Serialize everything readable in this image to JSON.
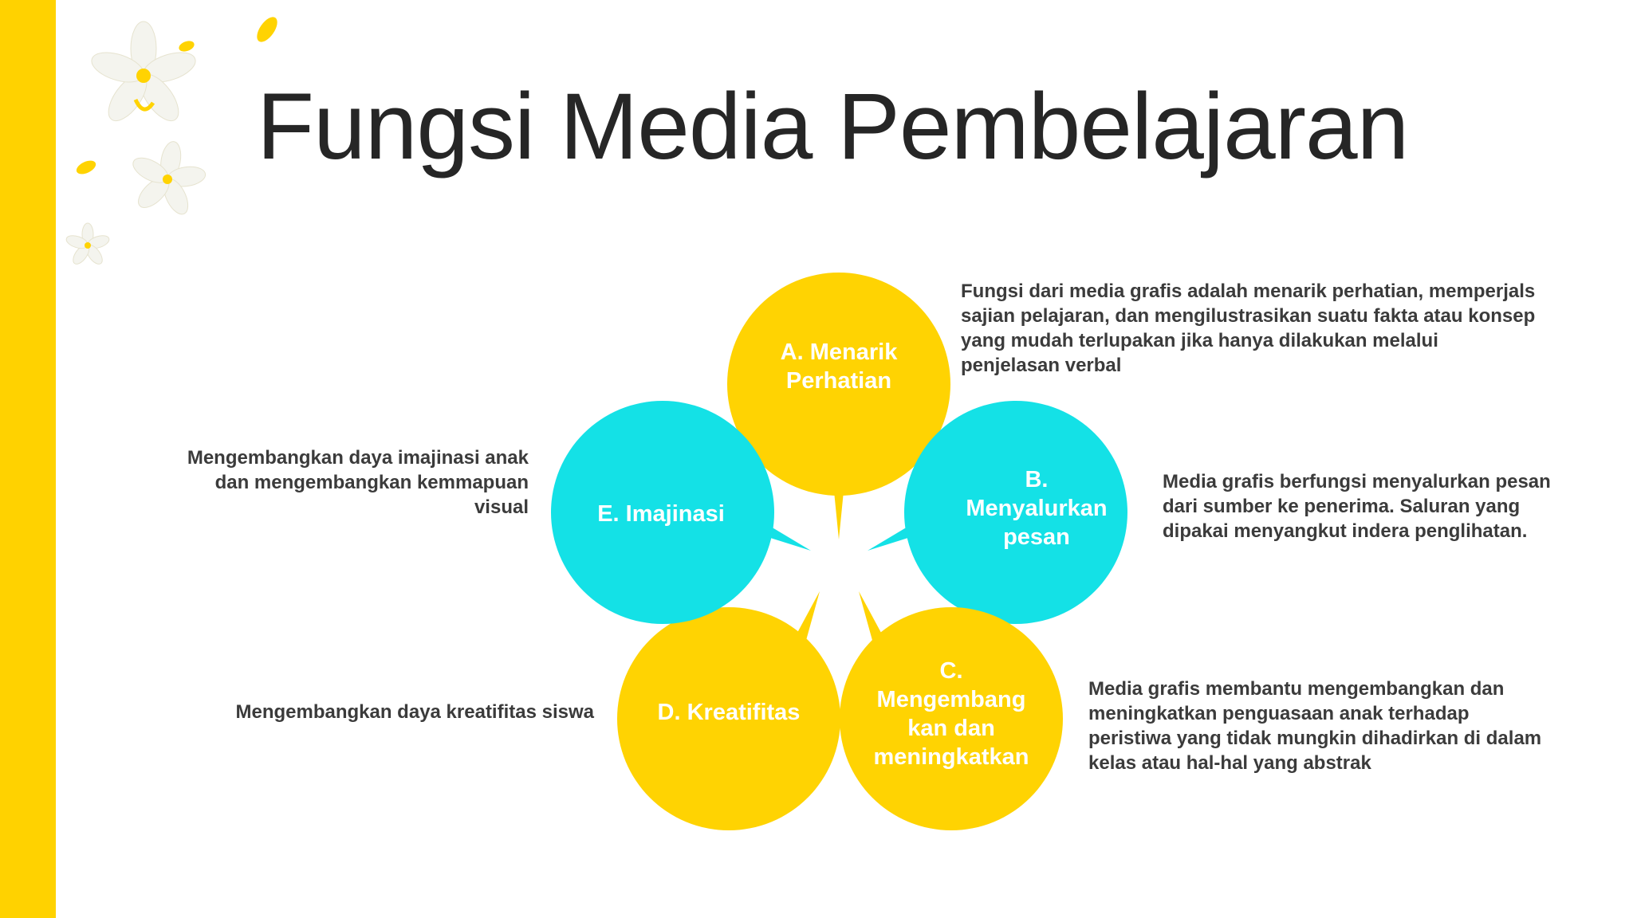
{
  "slide": {
    "title": "Fungsi Media Pembelajaran"
  },
  "colors": {
    "accent_yellow": "#FFD200",
    "accent_cyan": "#14E1E6",
    "petal_yellow": "#FFD302",
    "text_dark": "#262626"
  },
  "decoration": {
    "icon": "white-flowers-with-yellow-petals"
  },
  "petals": {
    "a": {
      "label": "A. Menarik Perhatian",
      "lines": [
        "A. Menarik",
        "Perhatian"
      ]
    },
    "b": {
      "label": "B. Menyalurkan pesan",
      "lines": [
        "B.",
        "Menyalurkan",
        "pesan"
      ]
    },
    "c": {
      "label": "C. Mengembang kan dan meningkatkan",
      "lines": [
        "C.",
        "Mengembang",
        "kan dan",
        "meningkatkan"
      ]
    },
    "d": {
      "label": "D. Kreatifitas",
      "lines": [
        "D. Kreatifitas"
      ]
    },
    "e": {
      "label": "E. Imajinasi",
      "lines": [
        "E. Imajinasi"
      ]
    }
  },
  "descriptions": {
    "a": [
      "Fungsi dari media grafis adalah menarik perhatian, memperjals",
      "sajian pelajaran, dan mengilustrasikan suatu fakta atau konsep",
      "yang mudah terlupakan jika hanya dilakukan melalui",
      "penjelasan verbal"
    ],
    "b": [
      "Media grafis berfungsi menyalurkan pesan",
      "dari sumber ke penerima. Saluran yang",
      "dipakai menyangkut indera penglihatan."
    ],
    "c": [
      "Media grafis membantu mengembangkan dan",
      "meningkatkan penguasaan anak terhadap",
      "peristiwa yang tidak mungkin dihadirkan di dalam",
      "kelas atau hal-hal yang abstrak"
    ],
    "d": [
      "Mengembangkan daya kreatifitas siswa"
    ],
    "e": [
      "Mengembangkan daya imajinasi anak",
      "dan mengembangkan kemmapuan",
      "visual"
    ]
  }
}
